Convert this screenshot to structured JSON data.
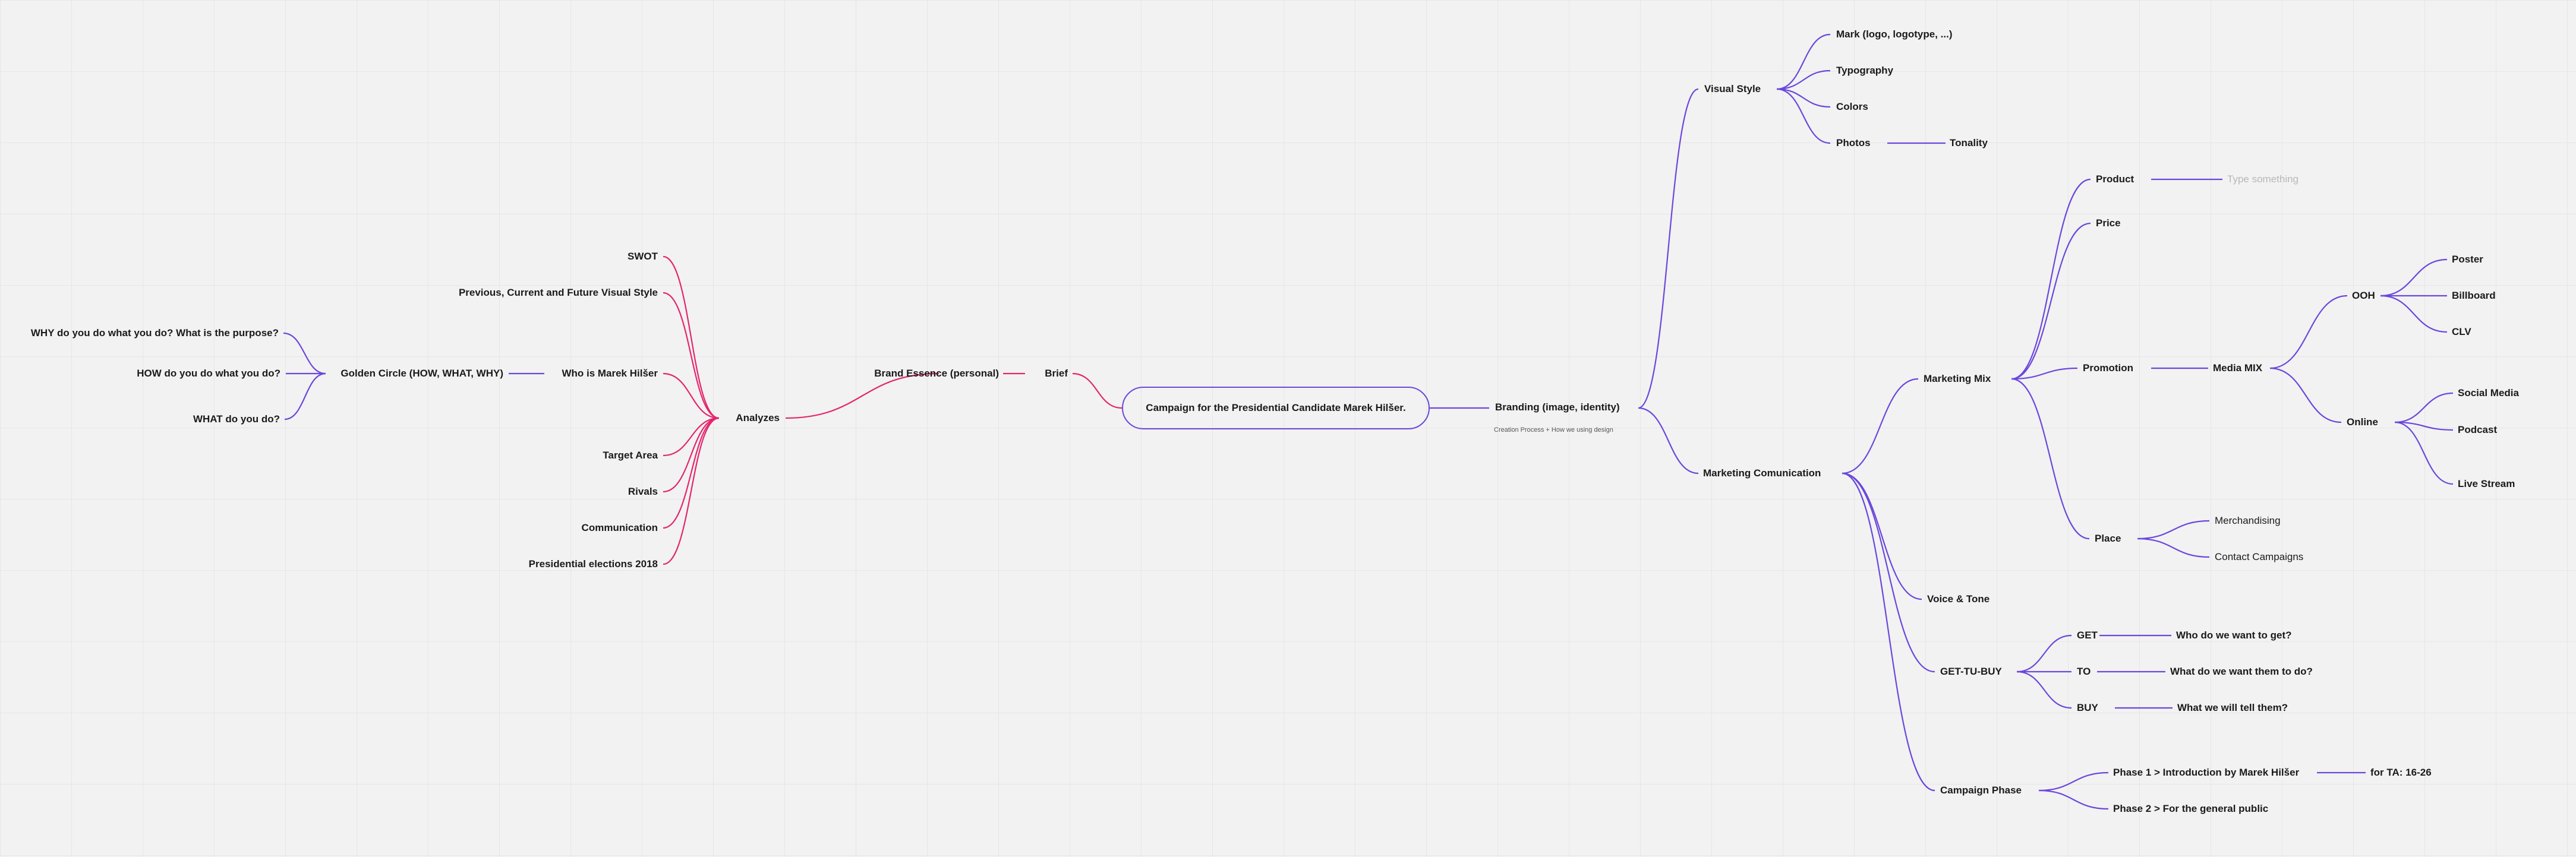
{
  "colors": {
    "left_branch": "#e3266c",
    "right_branch": "#6b47dc",
    "placeholder": "#b8b8b8"
  },
  "root": "Campaign for the Presidential Candidate Marek Hilšer.",
  "left": {
    "brief": "Brief",
    "brand_essence": "Brand Essence (personal)",
    "analyzes": "Analyzes",
    "swot": "SWOT",
    "visual_style_history": "Previous, Current and Future Visual Style",
    "who_is": "Who is Marek Hilšer",
    "golden_circle": "Golden Circle (HOW, WHAT, WHY)",
    "why": "WHY do you do what you do? What is the purpose?",
    "how": "HOW do you do what you do?",
    "what": "WHAT do you do?",
    "target_area": "Target Area",
    "rivals": "Rivals",
    "communication": "Communication",
    "elections": "Presidential elections 2018"
  },
  "right": {
    "branding": "Branding (image, identity)",
    "branding_note": "Creation Process + How we using design",
    "visual_style": "Visual Style",
    "mark": "Mark (logo, logotype, ...)",
    "typography": "Typography",
    "colors": "Colors",
    "photos": "Photos",
    "tonality": "Tonality",
    "marketing_communication": "Marketing Comunication",
    "marketing_mix": "Marketing Mix",
    "product": "Product",
    "product_placeholder": "Type something",
    "price": "Price",
    "promotion": "Promotion",
    "media_mix": "Media MIX",
    "ooh": "OOH",
    "poster": "Poster",
    "billboard": "Billboard",
    "clv": "CLV",
    "online": "Online",
    "social_media": "Social Media",
    "podcast": "Podcast",
    "live_stream": "Live Stream",
    "place": "Place",
    "merchandising": "Merchandising",
    "contact_campaigns": "Contact Campaigns",
    "voice_tone": "Voice & Tone",
    "get_tu_buy": "GET-TU-BUY",
    "get": "GET",
    "get_q": "Who do we want to get?",
    "to": "TO",
    "to_q": "What do we want them to do?",
    "buy": "BUY",
    "buy_q": "What we will tell them?",
    "campaign_phase": "Campaign Phase",
    "phase1": "Phase 1 > Introduction by Marek Hilšer",
    "phase1_ta": "for TA: 16-26",
    "phase2": "Phase 2 > For the general public"
  }
}
